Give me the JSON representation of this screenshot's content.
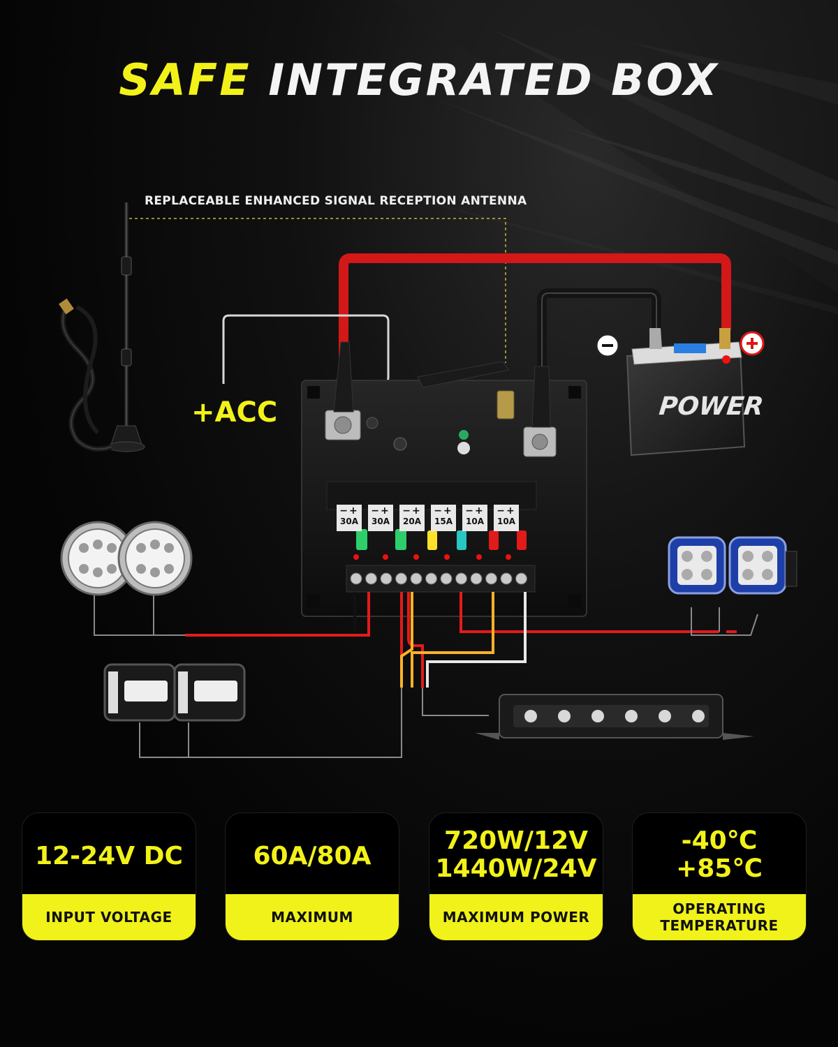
{
  "title": {
    "word1": "SAFE",
    "word2": "INTEGRATED BOX"
  },
  "antenna_label": "REPLACEABLE ENHANCED SIGNAL RECEPTION ANTENNA",
  "acc_label": "+ACC",
  "battery": {
    "text": "POWER",
    "minus_symbol": "−",
    "plus_symbol": "+"
  },
  "fuses": [
    {
      "polarity": "−+",
      "rating": "30A"
    },
    {
      "polarity": "−+",
      "rating": "30A"
    },
    {
      "polarity": "−+",
      "rating": "20A"
    },
    {
      "polarity": "−+",
      "rating": "15A"
    },
    {
      "polarity": "−+",
      "rating": "10A"
    },
    {
      "polarity": "−+",
      "rating": "10A"
    }
  ],
  "specs": [
    {
      "value_lines": [
        "12-24V DC"
      ],
      "label_lines": [
        "INPUT VOLTAGE"
      ]
    },
    {
      "value_lines": [
        "60A/80A"
      ],
      "label_lines": [
        "MAXIMUM"
      ]
    },
    {
      "value_lines": [
        "720W/12V",
        "1440W/24V"
      ],
      "label_lines": [
        "MAXIMUM POWER"
      ]
    },
    {
      "value_lines": [
        "-40℃",
        "+85℃"
      ],
      "label_lines": [
        "OPERATING",
        "TEMPERATURE"
      ]
    }
  ],
  "colors": {
    "accent_yellow": "#f2f21a",
    "wire_red": "#e41b1b",
    "wire_black": "#151515",
    "wire_white": "#e8e8e8",
    "wire_gray": "#8a8a8a",
    "battery_plus": "#e01515"
  },
  "icons": [
    "antenna-icon",
    "round-light-icon",
    "square-light-icon",
    "blue-light-icon",
    "light-bar-icon",
    "battery-icon",
    "relay-box-icon"
  ]
}
